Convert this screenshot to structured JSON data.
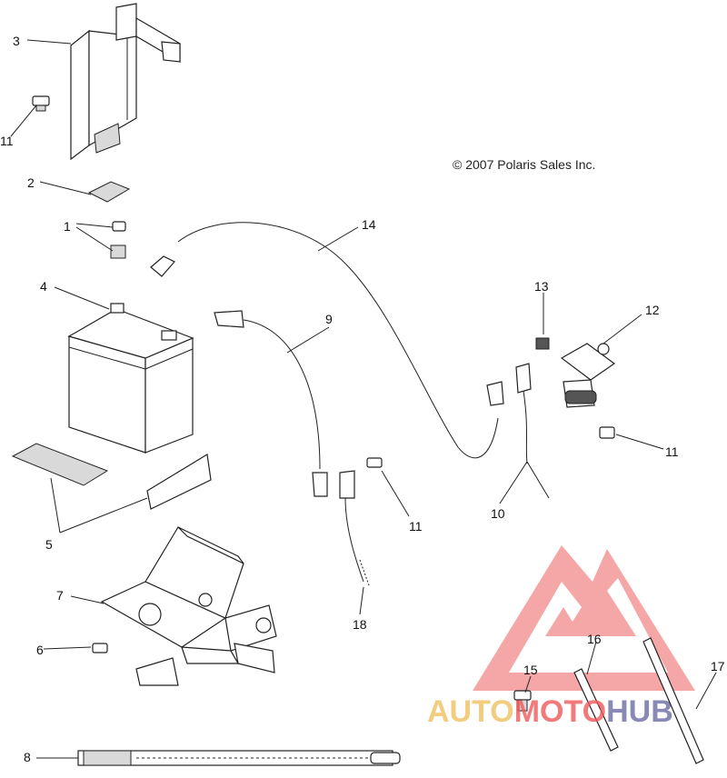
{
  "copyright": "© 2007 Polaris Sales Inc.",
  "callouts": [
    "3",
    "11",
    "2",
    "1",
    "4",
    "5",
    "7",
    "6",
    "8",
    "14",
    "9",
    "13",
    "12",
    "11",
    "10",
    "11",
    "18",
    "15",
    "16",
    "17"
  ],
  "watermark": {
    "part1": "AUTO",
    "part2": "MOTO",
    "part3": "HUB",
    "colors": {
      "logo": "#ef5a5a",
      "auto": "#f0c060",
      "hub": "#2a2a7a"
    }
  }
}
